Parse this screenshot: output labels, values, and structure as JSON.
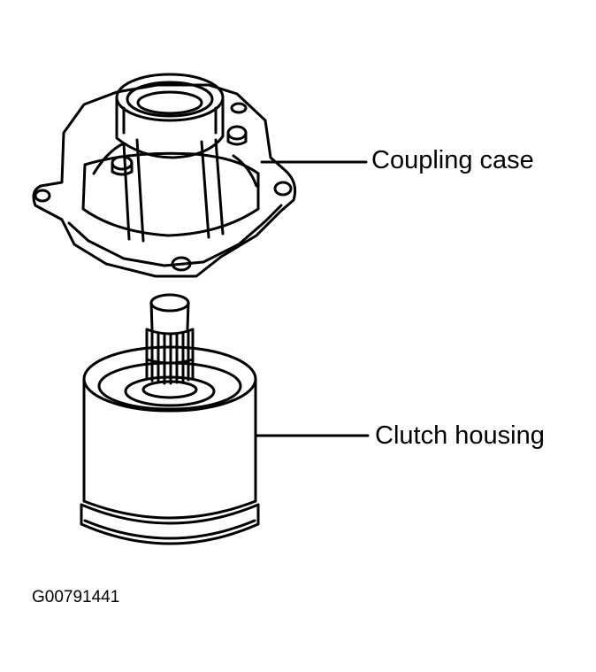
{
  "diagram": {
    "labels": {
      "coupling_case": "Coupling case",
      "clutch_housing": "Clutch housing"
    },
    "figure_id": "G00791441"
  },
  "colors": {
    "line": "#000000",
    "background": "#ffffff"
  }
}
